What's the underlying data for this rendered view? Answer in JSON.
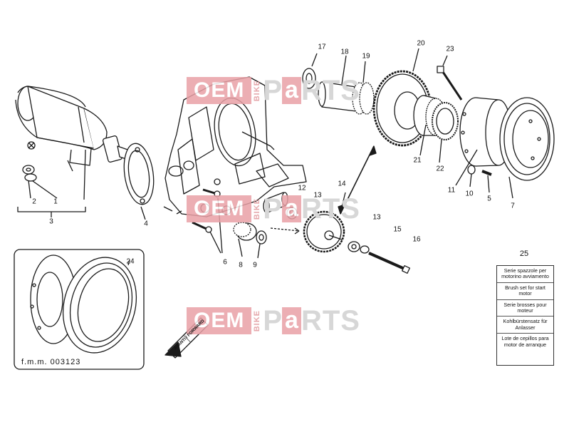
{
  "watermark": {
    "oem": "OEM",
    "bike": "BIKE",
    "p": "P",
    "a": "a",
    "rts": "RTS"
  },
  "callouts": [
    "1",
    "2",
    "3",
    "4",
    "5",
    "6",
    "7",
    "8",
    "9",
    "10",
    "11",
    "12",
    "13",
    "13",
    "14",
    "15",
    "16",
    "17",
    "18",
    "19",
    "20",
    "21",
    "22",
    "23",
    "24",
    "25"
  ],
  "kit": {
    "number": "25",
    "entries": [
      "Serie spazzole per motorino avviamento",
      "Brush set for start motor",
      "Serie brosses pour moteur",
      "Kohlbürstensatz für Anlasser",
      "Lote de cepillos para motor de arranque"
    ]
  },
  "direction_label": "AVANTI / FORWARD",
  "figure_code": "f.m.m. 003123",
  "colors": {
    "line": "#1a1a1a",
    "watermark_red": "#e9a1a6",
    "watermark_grey": "#d7d7d7"
  }
}
